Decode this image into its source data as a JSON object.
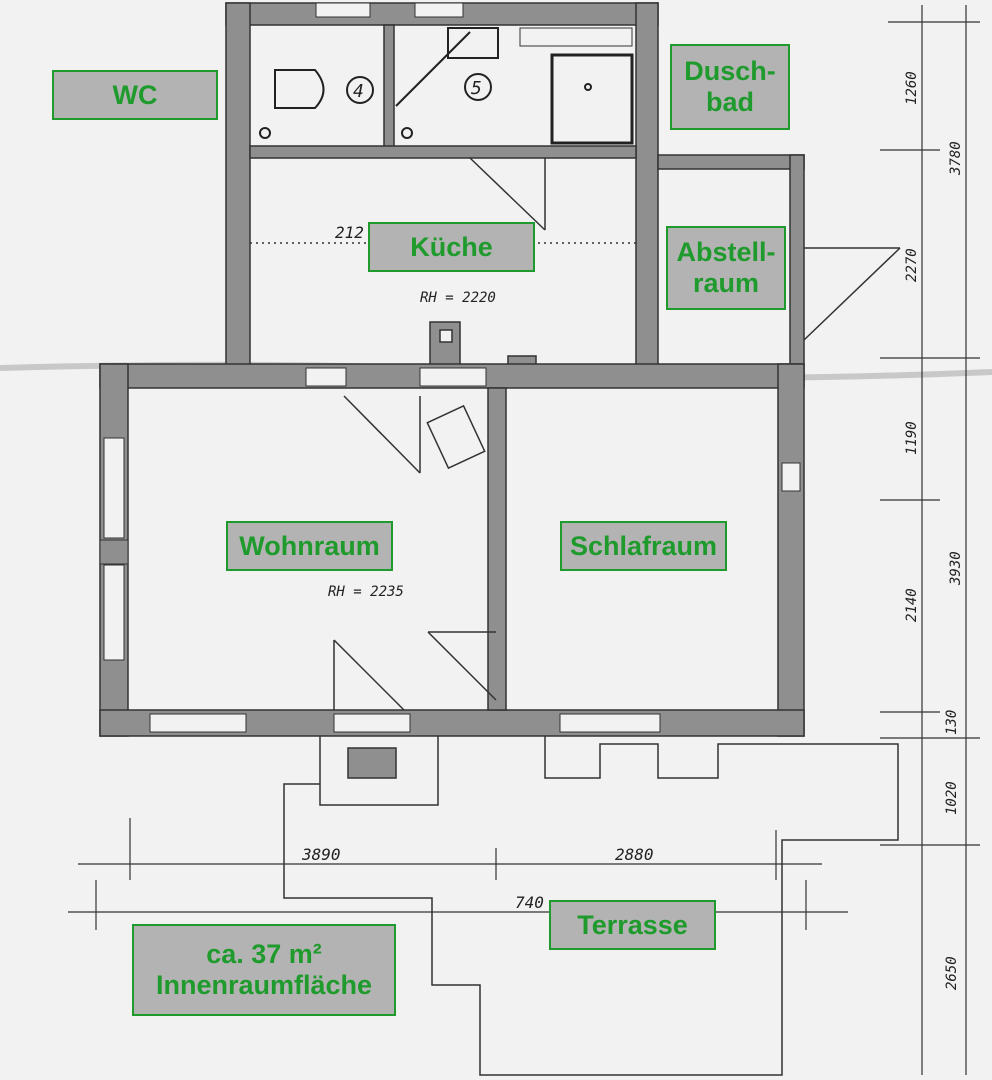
{
  "labels": {
    "wc": "WC",
    "duschbad": "Dusch-\nbad",
    "kueche": "Küche",
    "abstellraum": "Abstell-\nraum",
    "wohnraum": "Wohnraum",
    "schlafraum": "Schlafraum",
    "terrasse": "Terrasse",
    "flaeche": "ca. 37 m²\nInnenraumfläche"
  },
  "room_numbers": {
    "wc": "4",
    "bad": "5"
  },
  "dimensions": {
    "bottom_left": "3890",
    "bottom_right": "2880",
    "bottom_total": "740",
    "right_wc": "1260",
    "right_top_total": "3780",
    "right_abstell": "2270",
    "right_hall": "1190",
    "right_rooms": "2140",
    "right_rooms_total": "3930",
    "right_small": "130",
    "right_terrace_1": "1020",
    "right_terrace_2": "2650",
    "kueche_partial": "212",
    "rh_kueche": "RH = 2220",
    "rh_wohnraum": "RH = 2235"
  },
  "colors": {
    "label_bg": "#b3b3b3",
    "label_text": "#1f9a2c",
    "wall": "#8a8a8a",
    "paper": "#f2f2f2"
  }
}
